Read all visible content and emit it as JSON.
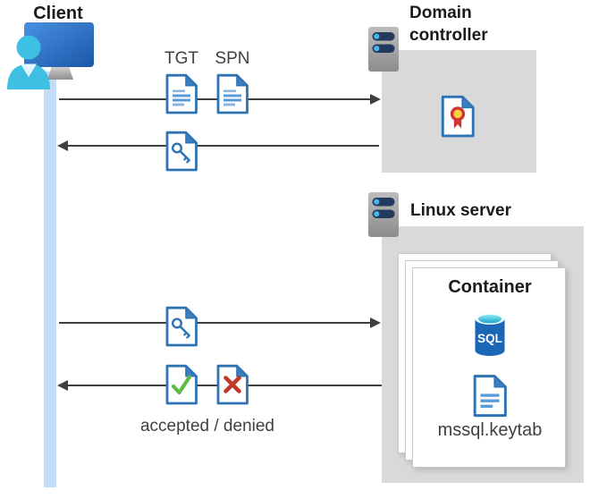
{
  "client": {
    "label": "Client"
  },
  "domain_controller": {
    "label": "Domain controller"
  },
  "linux_server": {
    "label": "Linux server"
  },
  "container": {
    "title": "Container",
    "sql_label": "SQL",
    "keytab_label": "mssql.keytab"
  },
  "flows": {
    "tgt_label": "TGT",
    "spn_label": "SPN",
    "result_label": "accepted / denied"
  },
  "colors": {
    "doc_blue": "#2e74b5",
    "fold_blue": "#3c7fc0",
    "doc_line_blue": "#5b9bd5",
    "doc_line_light": "#8ab4dd",
    "arrow_gray": "#404040",
    "box_gray": "#d9d9d9",
    "lifeline_blue": "#c5dcf7",
    "check_green": "#5fba46",
    "cross_red": "#c0392b",
    "ribbon_red": "#d13438",
    "ribbon_yellow": "#ffd23e",
    "server_bar_navy": "#24395f",
    "server_dot_blue": "#45b6e8",
    "sql_blue": "#1a67b8",
    "heading_black": "#1a1a1a",
    "text_gray": "#404040"
  }
}
